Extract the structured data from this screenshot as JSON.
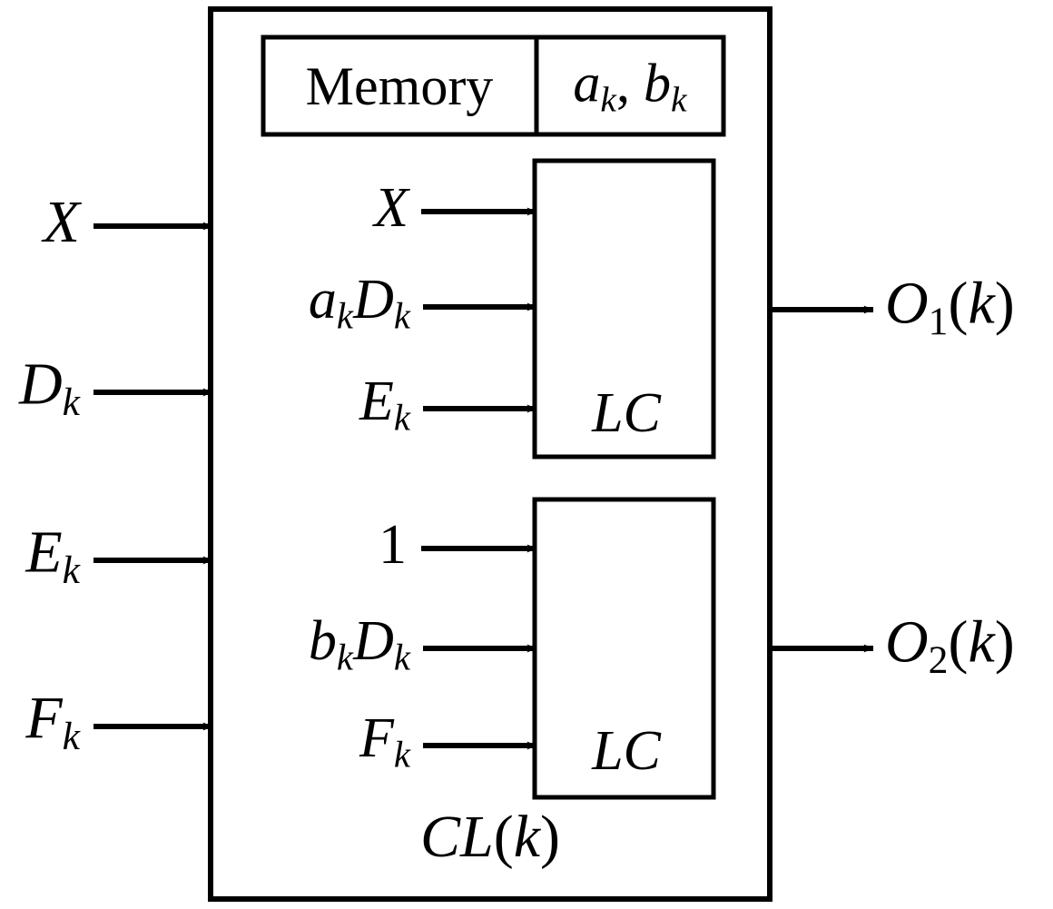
{
  "figure": {
    "type": "block-diagram",
    "background_color": "#ffffff",
    "stroke_color": "#000000",
    "outer_block": {
      "caption": "CL(k)",
      "caption_parts": {
        "base": "CL",
        "paren_open": "(",
        "index": "k",
        "paren_close": ")"
      }
    },
    "memory_block": {
      "left_cell_label": "Memory",
      "right_cell_label": "a_k, b_k",
      "right_cell_parts": [
        {
          "base": "a",
          "sub": "k"
        },
        {
          "separator": ","
        },
        {
          "base": "b",
          "sub": "k"
        }
      ]
    },
    "external_inputs": [
      {
        "label": "X",
        "base": "X",
        "sub": ""
      },
      {
        "label": "D_k",
        "base": "D",
        "sub": "k"
      },
      {
        "label": "E_k",
        "base": "E",
        "sub": "k"
      },
      {
        "label": "F_k",
        "base": "F",
        "sub": "k"
      }
    ],
    "external_outputs": [
      {
        "label": "O_1(k)",
        "base": "O",
        "sub": "1",
        "paren_open": "(",
        "index": "k",
        "paren_close": ")"
      },
      {
        "label": "O_2(k)",
        "base": "O",
        "sub": "2",
        "paren_open": "(",
        "index": "k",
        "paren_close": ")"
      }
    ],
    "lc_blocks": [
      {
        "name": "upper-lc",
        "label": "LC",
        "inputs": [
          {
            "label": "X",
            "parts": [
              {
                "base": "X",
                "sub": ""
              }
            ]
          },
          {
            "label": "a_k D_k",
            "parts": [
              {
                "base": "a",
                "sub": "k"
              },
              {
                "base": "D",
                "sub": "k"
              }
            ]
          },
          {
            "label": "E_k",
            "parts": [
              {
                "base": "E",
                "sub": "k"
              }
            ]
          }
        ],
        "output": "O_1(k)"
      },
      {
        "name": "lower-lc",
        "label": "LC",
        "inputs": [
          {
            "label": "1",
            "parts": [
              {
                "base": "1",
                "sub": "",
                "upright": true
              }
            ]
          },
          {
            "label": "b_k D_k",
            "parts": [
              {
                "base": "b",
                "sub": "k"
              },
              {
                "base": "D",
                "sub": "k"
              }
            ]
          },
          {
            "label": "F_k",
            "parts": [
              {
                "base": "F",
                "sub": "k"
              }
            ]
          }
        ],
        "output": "O_2(k)"
      }
    ]
  }
}
